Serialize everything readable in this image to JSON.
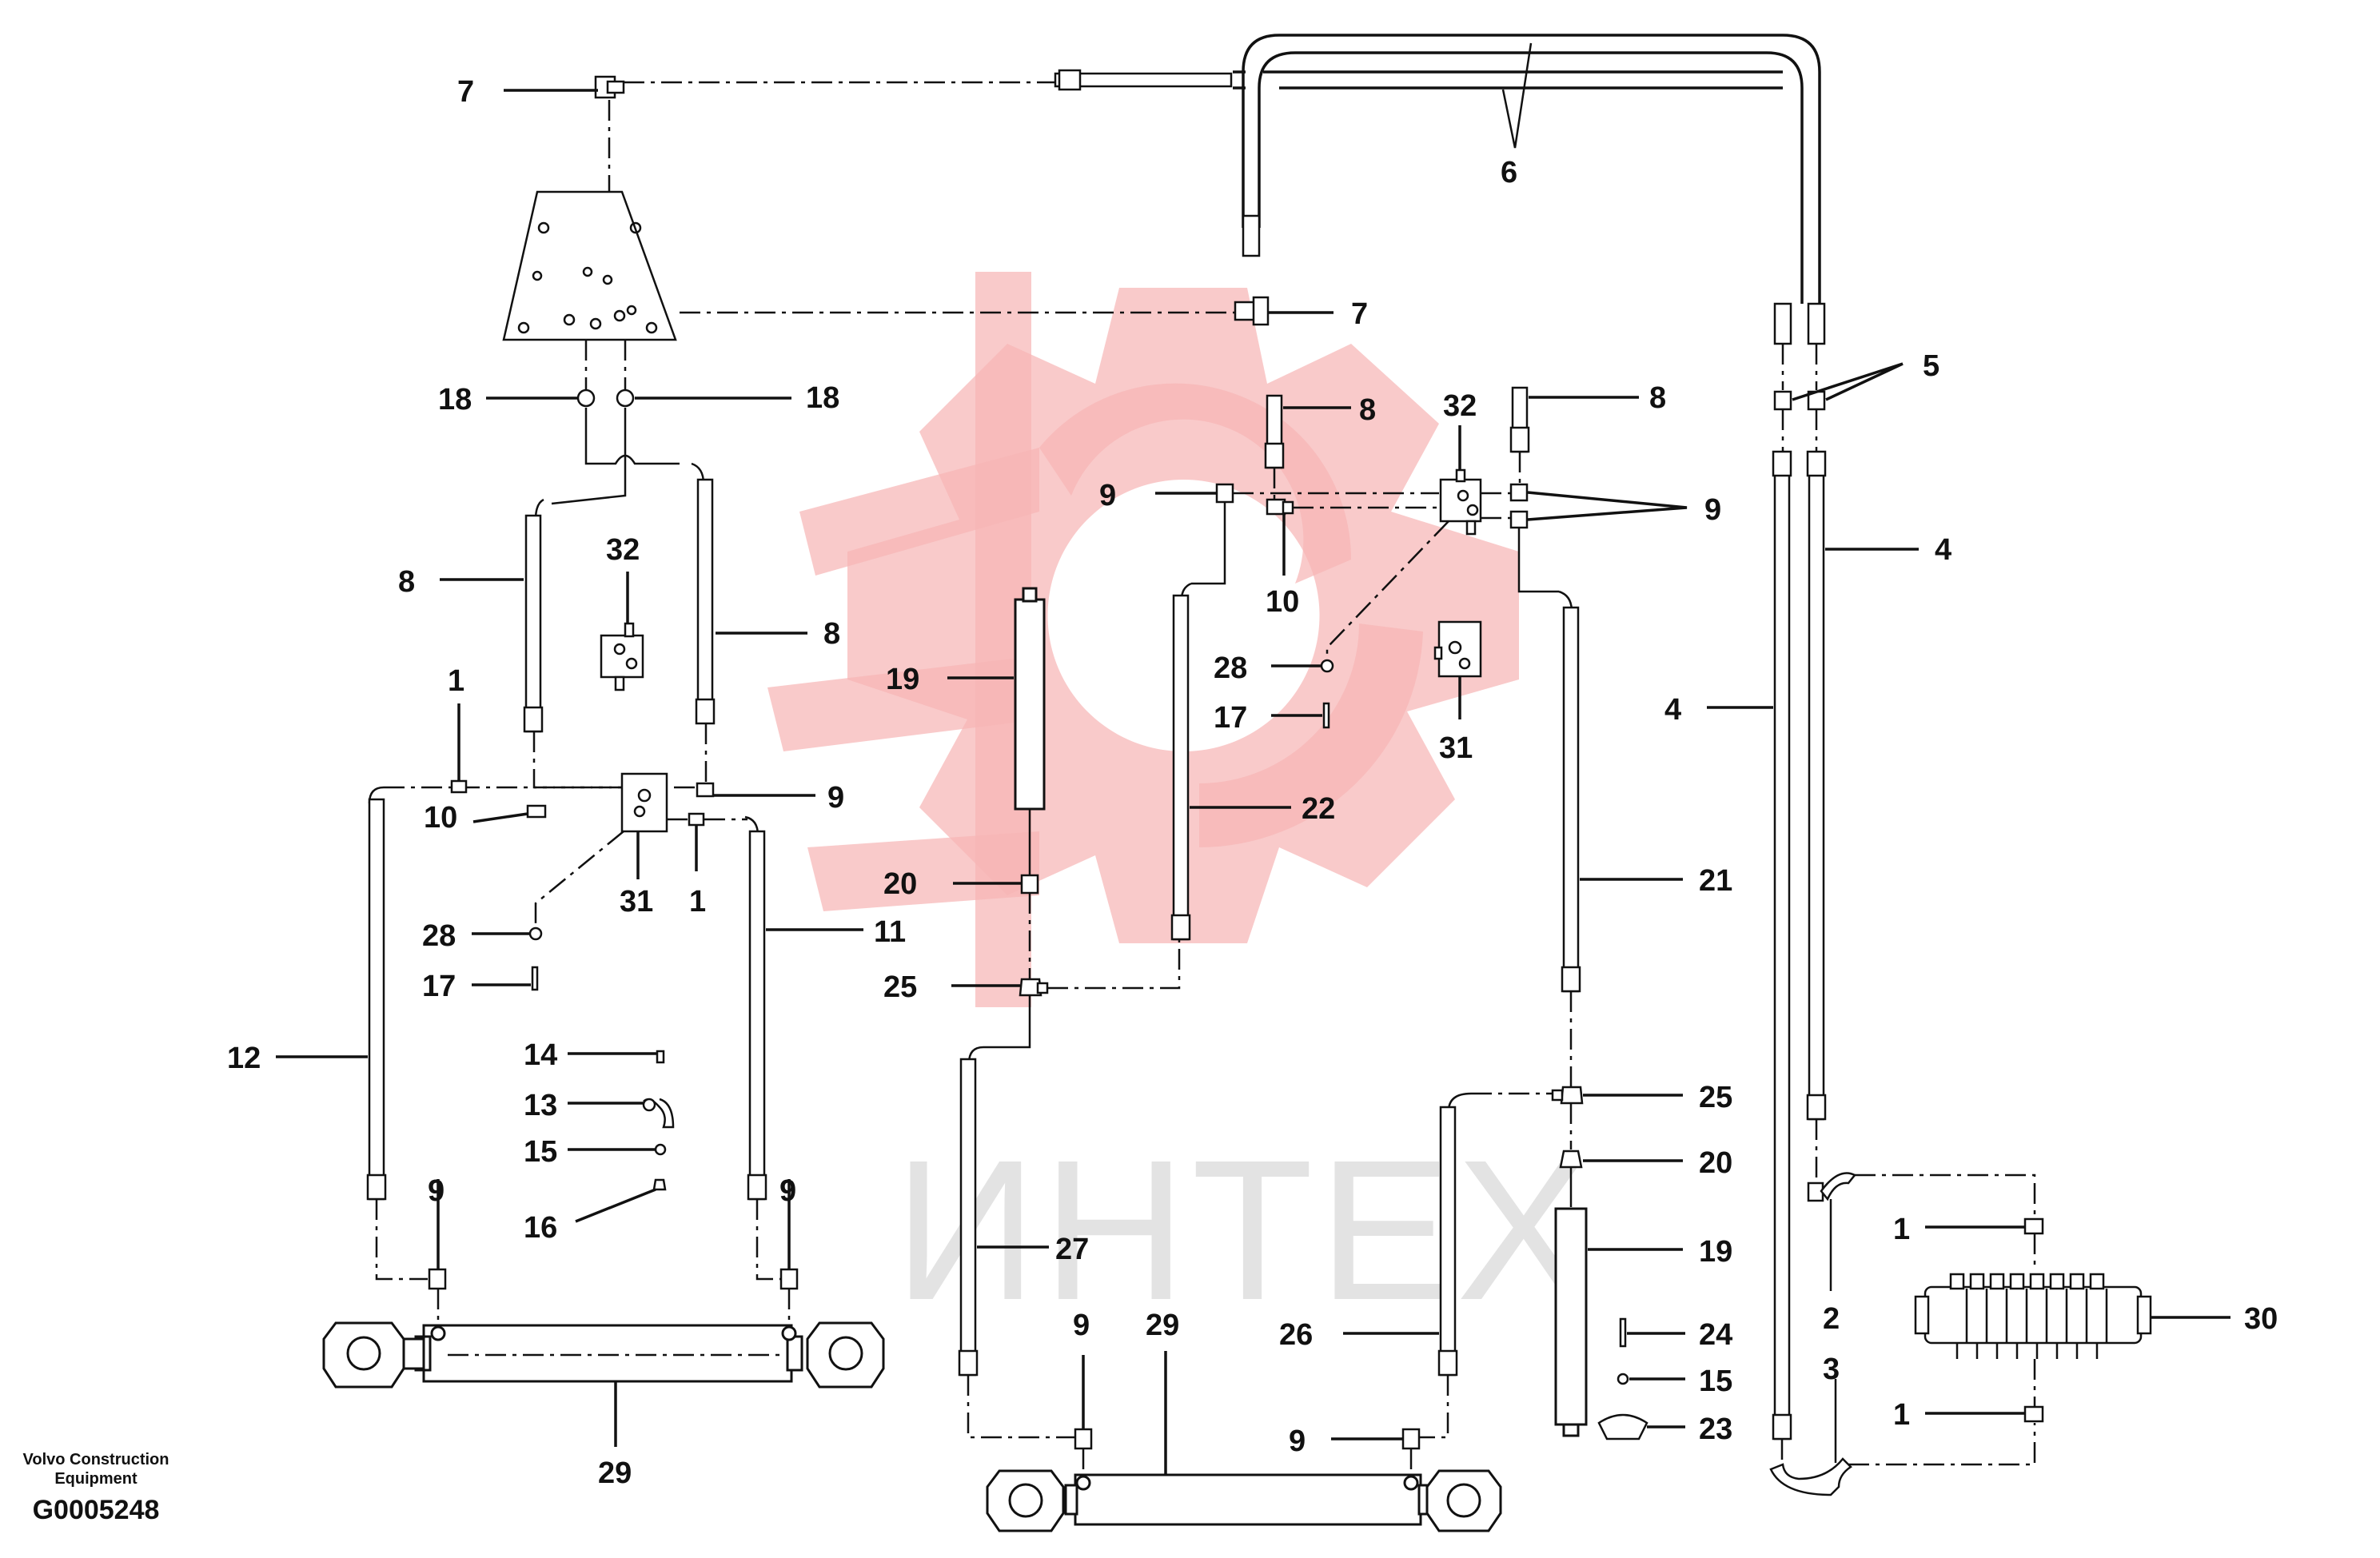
{
  "watermark": {
    "text": "ИНТЕХ",
    "color": "#f7b6b6"
  },
  "caption": {
    "company_line1": "Volvo Construction",
    "company_line2": "Equipment",
    "drawing_id": "G0005248"
  },
  "labels": {
    "p7a": "7",
    "p7b": "7",
    "p6": "6",
    "p18a": "18",
    "p18b": "18",
    "p8a": "8",
    "p8b": "8",
    "p8c": "8",
    "p8d": "8",
    "p32a": "32",
    "p32b": "32",
    "p1a": "1",
    "p1b": "1",
    "p1c": "1",
    "p1d": "1",
    "p10a": "10",
    "p10b": "10",
    "p9a": "9",
    "p9b": "9",
    "p9c": "9",
    "p9d": "9",
    "p9e": "9",
    "p9f": "9",
    "p9g": "9",
    "p31a": "31",
    "p31b": "31",
    "p28a": "28",
    "p28b": "28",
    "p17a": "17",
    "p17b": "17",
    "p12": "12",
    "p11": "11",
    "p14": "14",
    "p13": "13",
    "p15a": "15",
    "p15b": "15",
    "p16": "16",
    "p29a": "29",
    "p29b": "29",
    "p19a": "19",
    "p19b": "19",
    "p20a": "20",
    "p20b": "20",
    "p25a": "25",
    "p25b": "25",
    "p22": "22",
    "p21": "21",
    "p27": "27",
    "p26": "26",
    "p24": "24",
    "p23": "23",
    "p4a": "4",
    "p4b": "4",
    "p5": "5",
    "p2": "2",
    "p3": "3",
    "p30": "30"
  }
}
